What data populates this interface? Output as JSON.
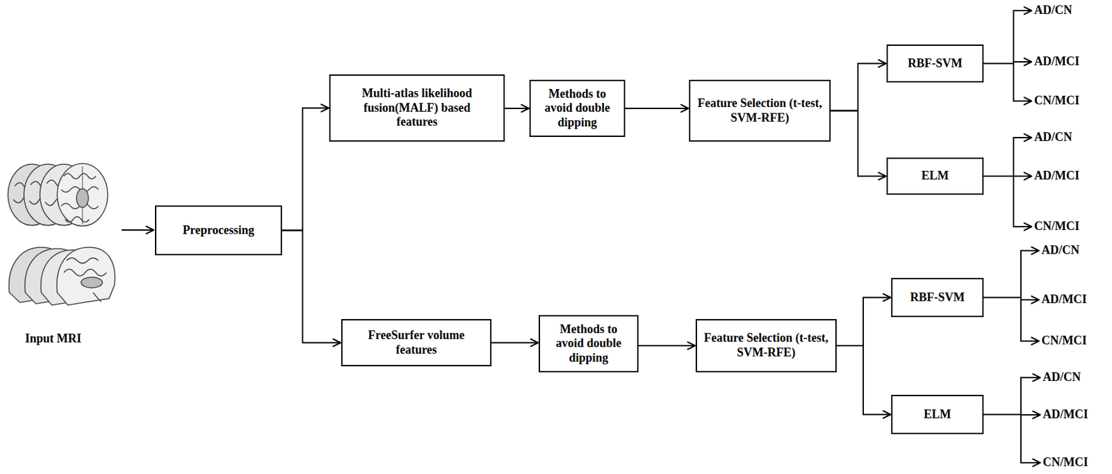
{
  "diagram": {
    "nodes": [
      {
        "text": [
          "Preprocessing"
        ]
      },
      {
        "text": [
          "Multi-atlas likelihood fusion(MALF) based features"
        ]
      },
      {
        "text": [
          "Methods to avoid double dipping"
        ]
      },
      {
        "text": [
          "Feature Selection (t-test, SVM-RFE)"
        ]
      },
      {
        "text": [
          "RBF-SVM"
        ]
      },
      {
        "text": [
          "ELM"
        ]
      },
      {
        "text": [
          "FreeSurfer volume features"
        ]
      },
      {
        "text": [
          "Methods to avoid double dipping"
        ]
      },
      {
        "text": [
          "Feature Selection (t-test, SVM-RFE)"
        ]
      },
      {
        "text": [
          "RBF-SVM"
        ]
      },
      {
        "text": [
          "ELM"
        ]
      }
    ],
    "edges": [
      {
        "from": 0,
        "to": 1,
        "arrow": "to"
      },
      {
        "from": 0,
        "to": 6,
        "arrow": "to"
      },
      {
        "from": 1,
        "to": 2,
        "arrow": "to"
      },
      {
        "from": 2,
        "to": 3,
        "arrow": "to"
      },
      {
        "from": 3,
        "to": 4,
        "arrow": "to"
      },
      {
        "from": 3,
        "to": 5,
        "arrow": "to"
      },
      {
        "from": 6,
        "to": 7,
        "arrow": "to"
      },
      {
        "from": 7,
        "to": 8,
        "arrow": "to"
      },
      {
        "from": 8,
        "to": 9,
        "arrow": "to"
      },
      {
        "from": 8,
        "to": 10,
        "arrow": "to"
      }
    ],
    "labels": [
      "Input MRI",
      "AD/CN",
      "AD/MCI",
      "CN/MCI",
      "AD/CN",
      "AD/MCI",
      "CN/MCI",
      "AD/CN",
      "AD/MCI",
      "CN/MCI",
      "AD/CN",
      "AD/MCI",
      "CN/MCI"
    ]
  }
}
